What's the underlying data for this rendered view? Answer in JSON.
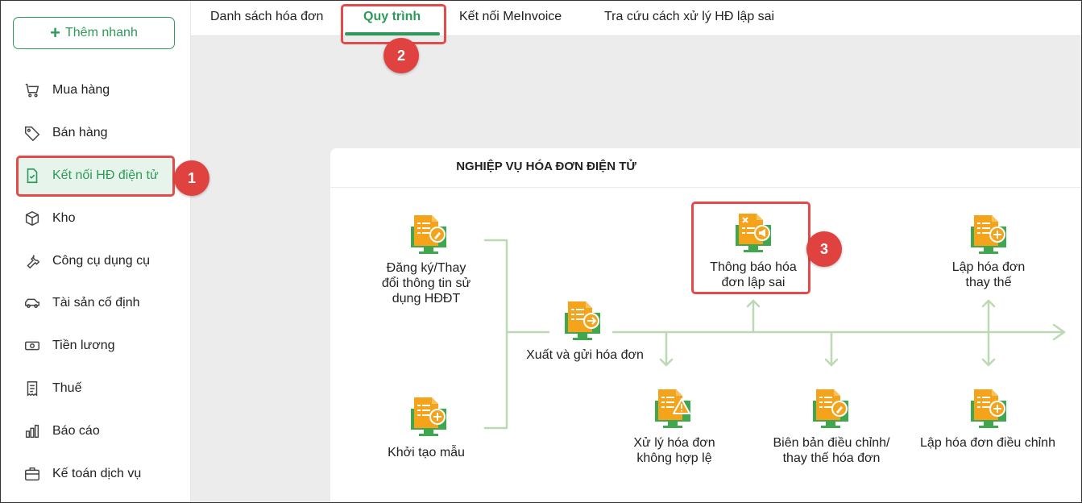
{
  "sidebar": {
    "quick_add_label": "Thêm nhanh",
    "items": [
      {
        "label": "Mua hàng",
        "icon": "cart-icon"
      },
      {
        "label": "Bán hàng",
        "icon": "tag-icon"
      },
      {
        "label": "Kết nối HĐ điện tử",
        "icon": "invoice-check-icon"
      },
      {
        "label": "Kho",
        "icon": "box-icon"
      },
      {
        "label": "Công cụ dụng cụ",
        "icon": "wrench-icon"
      },
      {
        "label": "Tài sản cố định",
        "icon": "car-icon"
      },
      {
        "label": "Tiền lương",
        "icon": "money-icon"
      },
      {
        "label": "Thuế",
        "icon": "receipt-icon"
      },
      {
        "label": "Báo cáo",
        "icon": "bar-chart-icon"
      },
      {
        "label": "Kế toán dịch vụ",
        "icon": "briefcase-icon"
      }
    ],
    "active_index": 2
  },
  "tabs": [
    {
      "label": "Danh sách hóa đơn"
    },
    {
      "label": "Quy trình"
    },
    {
      "label": "Kết nối MeInvoice"
    },
    {
      "label": "Tra cứu cách xử lý HĐ lập sai"
    }
  ],
  "active_tab_index": 1,
  "panel": {
    "title": "NGHIỆP VỤ HÓA ĐƠN ĐIỆN TỬ",
    "nodes": {
      "register": {
        "line1": "Đăng ký/Thay",
        "line2": "đổi thông tin sử",
        "line3": "dụng HĐĐT",
        "icon": "invoice-edit-icon"
      },
      "template": {
        "line1": "Khởi tạo mẫu",
        "icon": "invoice-add-icon"
      },
      "issue": {
        "line1": "Xuất và gửi hóa đơn",
        "icon": "invoice-send-icon"
      },
      "notify": {
        "line1": "Thông báo hóa",
        "line2": "đơn lập sai",
        "icon": "invoice-notify-icon"
      },
      "replace": {
        "line1": "Lập hóa đơn",
        "line2": "thay thế",
        "icon": "invoice-add-icon"
      },
      "invalid": {
        "line1": "Xử lý hóa đơn",
        "line2": "không hợp lệ",
        "icon": "invoice-warning-icon"
      },
      "minutes": {
        "line1": "Biên bản điều chỉnh/",
        "line2": "thay thế hóa đơn",
        "icon": "invoice-edit-icon"
      },
      "adjust": {
        "line1": "Lập hóa đơn điều chỉnh",
        "icon": "invoice-add-icon"
      }
    }
  },
  "callouts": [
    "1",
    "2",
    "3"
  ],
  "colors": {
    "accent": "#2e9a5a",
    "highlight": "#e34b4b",
    "badge": "#e0423f",
    "doc_orange": "#f5a31a",
    "monitor_green": "#3fa84f",
    "flow_line": "#bcd9b4"
  }
}
